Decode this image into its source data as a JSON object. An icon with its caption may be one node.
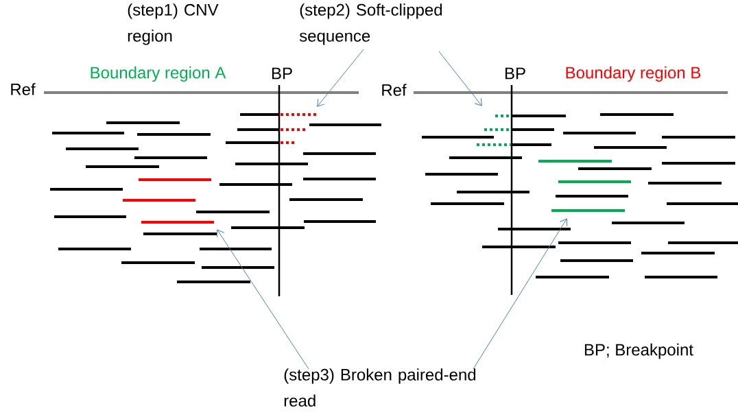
{
  "diagram": {
    "nodes": [
      {
        "text": [
          "(step2) Soft-clipped sequence"
        ]
      },
      {
        "text": [],
        "shape": "bar"
      },
      {
        "text": [],
        "shape": "bar"
      },
      {
        "text": [
          "(step3) Broken paired-end read"
        ]
      },
      {
        "text": [],
        "shape": "bar"
      },
      {
        "text": [],
        "shape": "bar"
      }
    ],
    "edges": [
      {
        "from": 0,
        "to": 1,
        "arrow": "to"
      },
      {
        "from": 0,
        "to": 2,
        "arrow": "to"
      },
      {
        "from": 3,
        "to": 4,
        "arrow": "to"
      },
      {
        "from": 3,
        "to": 5,
        "arrow": "to"
      }
    ],
    "labels": [
      "(step1) CNV region",
      "Boundary region A",
      "BP",
      "Ref",
      "Ref",
      "BP",
      "Boundary region B",
      "BP; Breakpoint"
    ]
  }
}
